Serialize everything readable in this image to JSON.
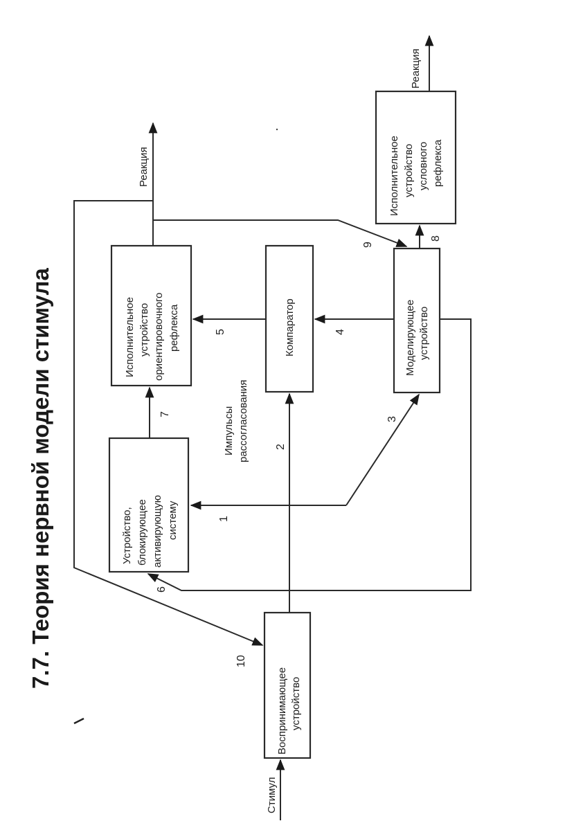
{
  "title": "7.7. Теория нервной модели стимула",
  "blocks": {
    "perceiving": [
      "Воспринимающее",
      "устройство"
    ],
    "blocking": [
      "Устройство,",
      "блокирующее",
      "активирующую",
      "систему"
    ],
    "orienting": [
      "Исполнительное",
      "устройство",
      "ориентировочного",
      "рефлекса"
    ],
    "comparator": [
      "Компаратор"
    ],
    "modeling": [
      "Моделирующее",
      "устройство"
    ],
    "conditioned": [
      "Исполнительное",
      "устройство",
      "условного",
      "рефлекса"
    ]
  },
  "signals": {
    "stimulus": "Стимул",
    "reaction_orienting": "Реакция",
    "reaction_conditioned": "Реакция",
    "mismatch": [
      "Импульсы",
      "рассогласования"
    ]
  },
  "connections": [
    {
      "id": "1",
      "from": "modeling-input-branch",
      "to": "blocking"
    },
    {
      "id": "2",
      "from": "perceiving",
      "to": "comparator"
    },
    {
      "id": "3",
      "from": "perceiving",
      "to": "modeling"
    },
    {
      "id": "4",
      "from": "modeling",
      "to": "comparator"
    },
    {
      "id": "5",
      "from": "comparator",
      "to": "orienting"
    },
    {
      "id": "6",
      "from": "modeling",
      "to": "blocking"
    },
    {
      "id": "7",
      "from": "blocking",
      "to": "orienting"
    },
    {
      "id": "8",
      "from": "modeling",
      "to": "conditioned"
    },
    {
      "id": "9",
      "from": "orienting",
      "to": "modeling"
    },
    {
      "id": "10",
      "from": "orienting",
      "to": "perceiving"
    }
  ]
}
